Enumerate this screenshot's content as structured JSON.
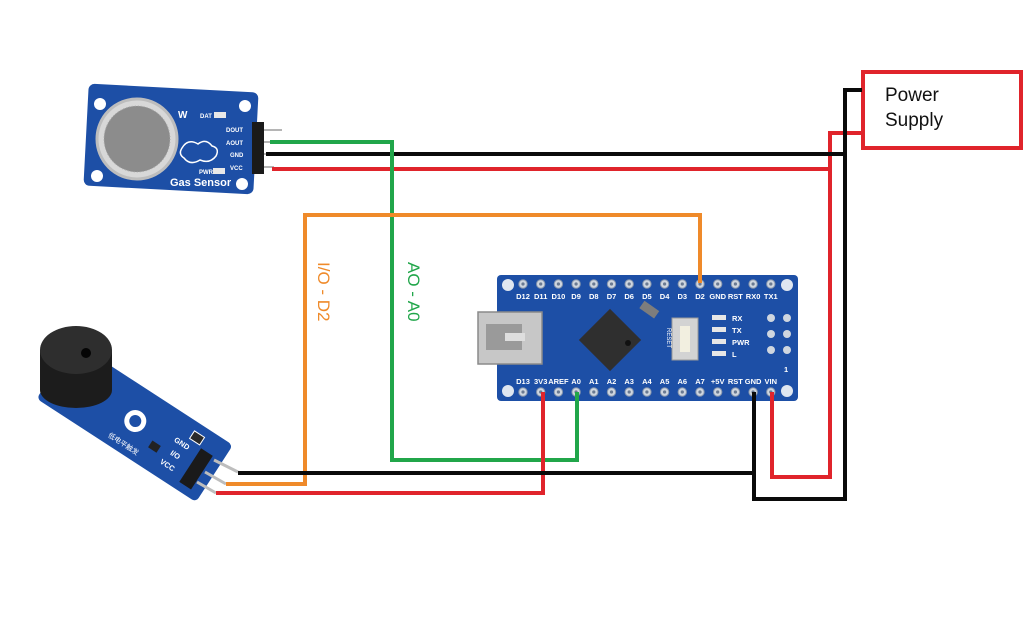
{
  "title": "Gas sensor and buzzer wiring to Arduino Nano",
  "colors": {
    "wire_red": "#e0242b",
    "wire_black": "#0a0a0a",
    "wire_green": "#21a64a",
    "wire_orange": "#ef8a2a",
    "board_blue": "#1d4fa6",
    "box_red": "#e0242b"
  },
  "power_supply": {
    "line1": "Power",
    "line2": "Supply"
  },
  "gas_sensor": {
    "title": "Gas Sensor",
    "pins": [
      "DOUT",
      "AOUT",
      "GND",
      "VCC"
    ],
    "led_labels": [
      "DAT",
      "PWR"
    ]
  },
  "buzzer": {
    "pins": [
      "GND",
      "I/O",
      "VCC"
    ],
    "chinese_text": "低电平触发"
  },
  "arduino_nano": {
    "top_pins": [
      "D12",
      "D11",
      "D10",
      "D9",
      "D8",
      "D7",
      "D6",
      "D5",
      "D4",
      "D3",
      "D2",
      "GND",
      "RST",
      "RX0",
      "TX1"
    ],
    "bottom_pins": [
      "D13",
      "3V3",
      "AREF",
      "A0",
      "A1",
      "A2",
      "A3",
      "A4",
      "A5",
      "A6",
      "A7",
      "+5V",
      "RST",
      "GND",
      "VIN"
    ],
    "led_labels": [
      "RX",
      "TX",
      "PWR",
      "L"
    ],
    "reset_label": "RESET",
    "header_mark": "1"
  },
  "wire_labels": {
    "orange": "I/O - D2",
    "green": "AO - A0"
  }
}
